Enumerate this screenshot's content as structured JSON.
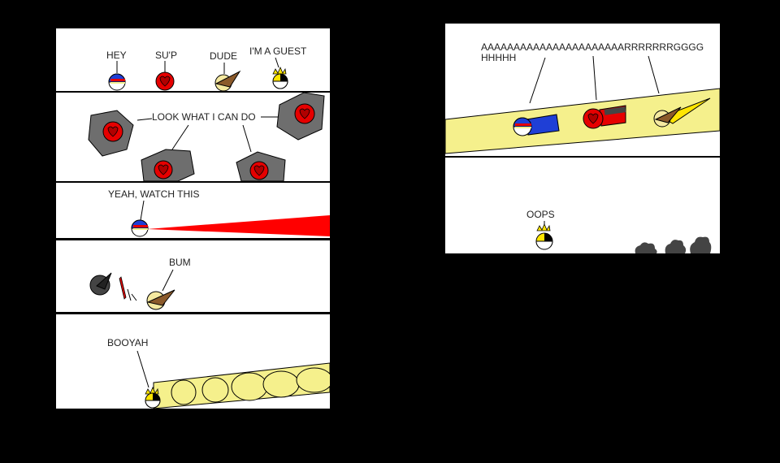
{
  "left_strip": {
    "panel1": {
      "speech": [
        "HEY",
        "SU'P",
        "DUDE",
        "I'M A GUEST"
      ]
    },
    "panel2": {
      "speech": "LOOK WHAT I CAN DO"
    },
    "panel3": {
      "speech": "YEAH, WATCH THIS"
    },
    "panel4": {
      "speech": "BUM"
    },
    "panel5": {
      "speech": "BOOYAH"
    }
  },
  "right_strip": {
    "panel1": {
      "speech": "AAAAAAAAAAAAAAAAAAAAAARRRRRRRGGGGHHHHH"
    },
    "panel2": {
      "speech": "OOPS"
    }
  },
  "icons": [
    "blue-hat-character-icon",
    "red-heart-character-icon",
    "brown-cone-character-icon",
    "crowned-guest-character-icon",
    "gray-hexagon-shield-icon",
    "red-laser-beam-icon",
    "yellow-energy-beam-icon",
    "smoke-puff-icon"
  ],
  "colors": {
    "beam_yellow": "#f5f08c",
    "laser_red": "#ff0000",
    "heart_red": "#e60000",
    "hat_blue": "#1f3fd6",
    "shield_gray": "#6e6e6e",
    "cone_brown": "#8b5a2b",
    "crown_yellow": "#ffe500"
  }
}
